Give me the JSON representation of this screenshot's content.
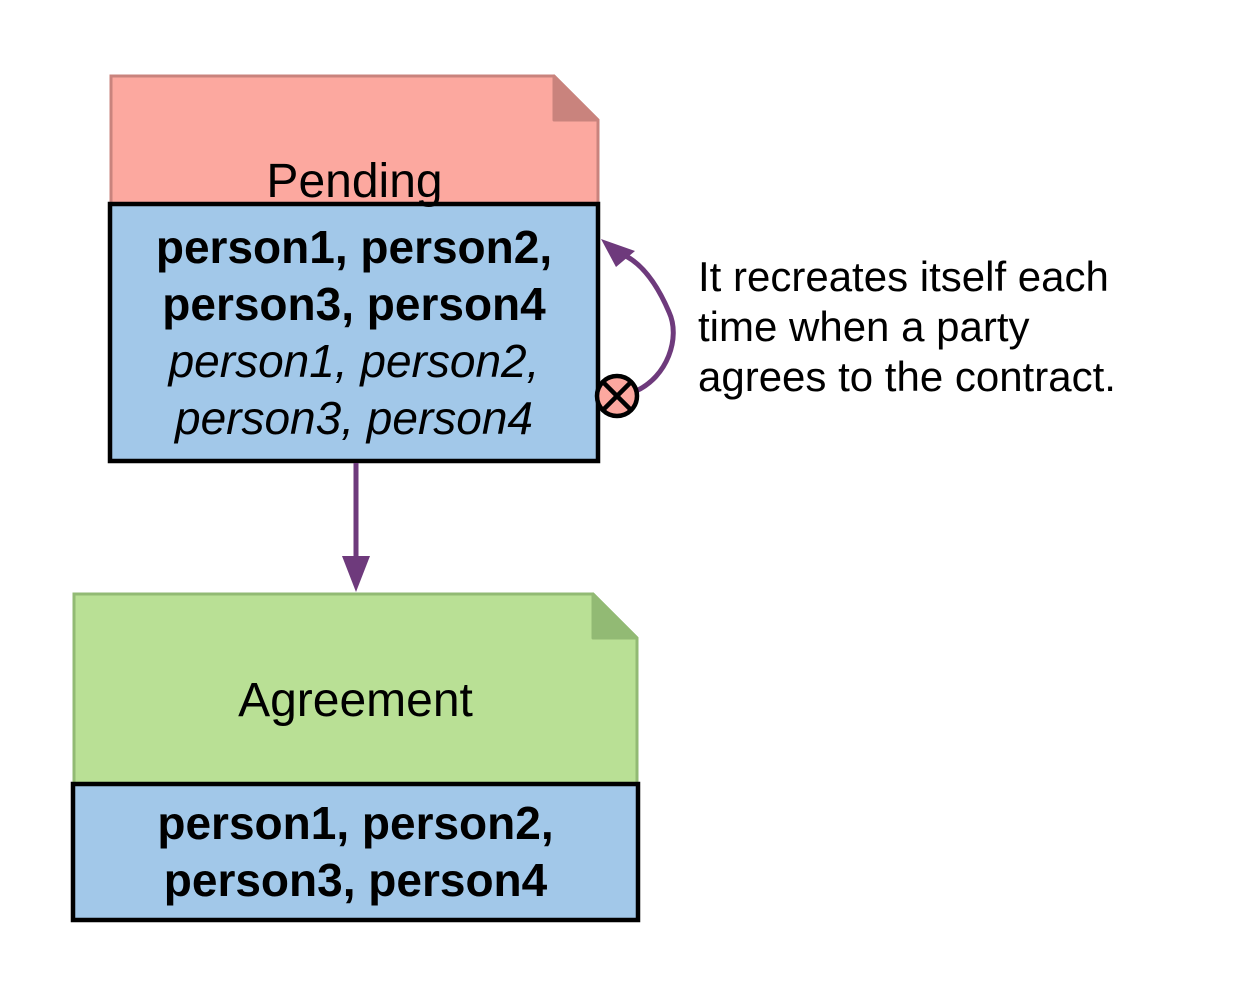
{
  "diagram": {
    "pending": {
      "title": "Pending",
      "signatories": [
        "person1, person2,",
        "person3, person4"
      ],
      "observers": [
        "person1, person2,",
        "person3, person4"
      ]
    },
    "agreement": {
      "title": "Agreement",
      "signatories": [
        "person1, person2,",
        "person3, person4"
      ]
    },
    "annotation": {
      "lines": [
        "It recreates itself each",
        "time when a party",
        "agrees to the contract."
      ]
    }
  },
  "colors": {
    "background": "#ffffff",
    "pending_header": "#fca89f",
    "pending_header_border": "#c9837d",
    "agreement_header": "#b9e095",
    "agreement_header_border": "#92ba74",
    "body_fill": "#a2c8e9",
    "body_border": "#000000",
    "arrow": "#6e3a7c",
    "archive_icon_fill": "#fca89f",
    "text": "#000000"
  }
}
